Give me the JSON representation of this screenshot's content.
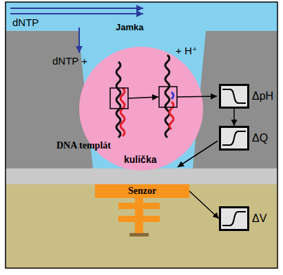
{
  "diagram": {
    "nodes": [
      {
        "text": [
          "ΔpH"
        ]
      },
      {
        "text": [
          "ΔQ"
        ]
      },
      {
        "text": [
          "Senzor"
        ]
      },
      {
        "text": [
          "ΔV"
        ]
      }
    ],
    "edges": [
      {
        "from": 0,
        "to": 1,
        "arrow": "to"
      },
      {
        "from": 2,
        "to": 3,
        "arrow": "to"
      }
    ],
    "labels": [
      "dNTP",
      "Jamka",
      "dNTP +",
      "+ H⁺",
      "DNA templát",
      "kulička"
    ]
  }
}
